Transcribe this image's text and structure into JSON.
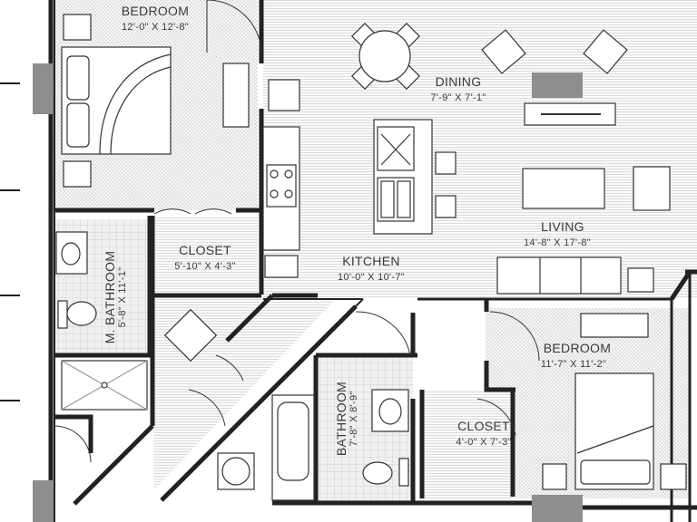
{
  "rooms": {
    "bedroom_master": {
      "name": "BEDROOM",
      "dims": "12'-0\" X 12'-8\""
    },
    "dining": {
      "name": "DINING",
      "dims": "7'-9\" X 7'-1\""
    },
    "living": {
      "name": "LIVING",
      "dims": "14'-8\" X 17'-8\""
    },
    "kitchen": {
      "name": "KITCHEN",
      "dims": "10'-0\" X 10'-7\""
    },
    "closet_master": {
      "name": "CLOSET",
      "dims": "5'-10\" X 4'-3\""
    },
    "master_bath": {
      "name": "M. BATHROOM",
      "dims": "5'-8\" X 11'-1\""
    },
    "bathroom": {
      "name": "BATHROOM",
      "dims": "7'-8\" X 8'-9\""
    },
    "bedroom_second": {
      "name": "BEDROOM",
      "dims": "11'-7\" X 11'-2\""
    },
    "closet_second": {
      "name": "CLOSET",
      "dims": "4'-0\" X 7'-3\""
    }
  }
}
